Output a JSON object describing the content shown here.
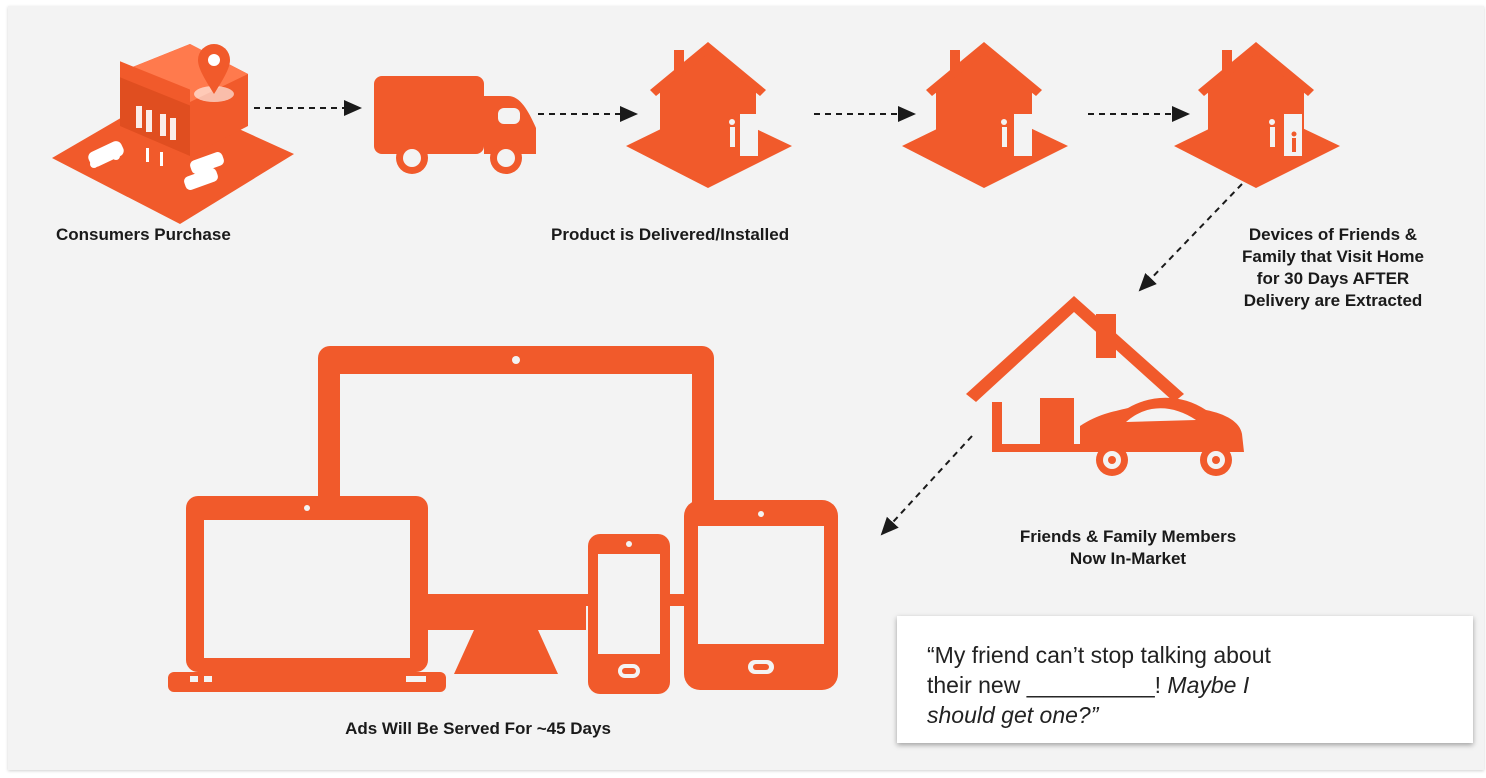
{
  "colors": {
    "accent": "#f15a2b",
    "background": "#f3f3f3",
    "text": "#1a1a1a"
  },
  "steps": {
    "purchase": "Consumers Purchase",
    "delivered": "Product is Delivered/Installed",
    "visitors": [
      "Devices of Friends &",
      "Family that Visit Home",
      "for 30 Days AFTER",
      "Delivery are Extracted"
    ],
    "in_market": [
      "Friends & Family Members",
      "Now In-Market"
    ],
    "ads": "Ads Will Be Served For ~45 Days"
  },
  "quote": {
    "line1": "“My friend can’t stop talking about",
    "line2_plain": "their new __________! ",
    "line2_italic": "Maybe I",
    "line3_italic": "should get one?”"
  },
  "icons": [
    "store-icon",
    "truck-icon",
    "house-icon",
    "house-car-icon",
    "devices-icon"
  ]
}
